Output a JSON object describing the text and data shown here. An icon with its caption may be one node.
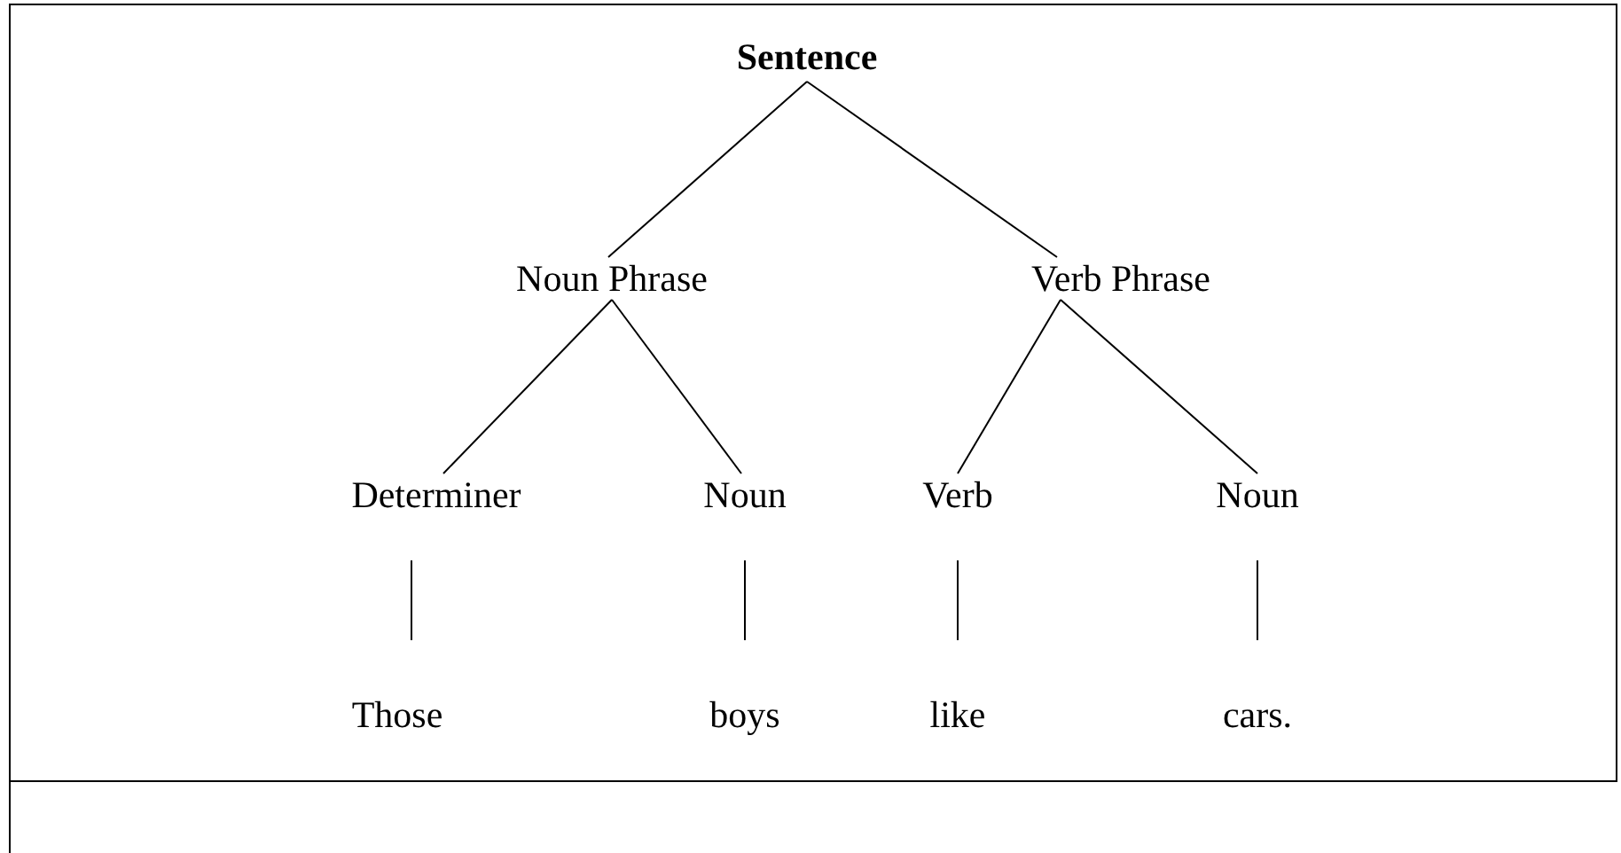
{
  "diagram": {
    "nodes": [
      {
        "text": [
          "Sentence"
        ]
      },
      {
        "text": [
          "Noun Phrase"
        ]
      },
      {
        "text": [
          "Verb Phrase"
        ]
      },
      {
        "text": [
          "Determiner"
        ]
      },
      {
        "text": [
          "Noun"
        ]
      },
      {
        "text": [
          "Verb"
        ]
      },
      {
        "text": [
          "Noun"
        ]
      },
      {
        "text": [
          "Those"
        ]
      },
      {
        "text": [
          "boys"
        ]
      },
      {
        "text": [
          "like"
        ]
      },
      {
        "text": [
          "cars."
        ]
      }
    ],
    "edges": [
      {
        "from": 0,
        "to": 1,
        "arrow": "none"
      },
      {
        "from": 0,
        "to": 2,
        "arrow": "none"
      },
      {
        "from": 1,
        "to": 3,
        "arrow": "none"
      },
      {
        "from": 1,
        "to": 4,
        "arrow": "none"
      },
      {
        "from": 2,
        "to": 5,
        "arrow": "none"
      },
      {
        "from": 2,
        "to": 6,
        "arrow": "none"
      },
      {
        "from": 3,
        "to": 7,
        "arrow": "none"
      },
      {
        "from": 4,
        "to": 8,
        "arrow": "none"
      },
      {
        "from": 5,
        "to": 9,
        "arrow": "none"
      },
      {
        "from": 6,
        "to": 10,
        "arrow": "none"
      }
    ]
  }
}
